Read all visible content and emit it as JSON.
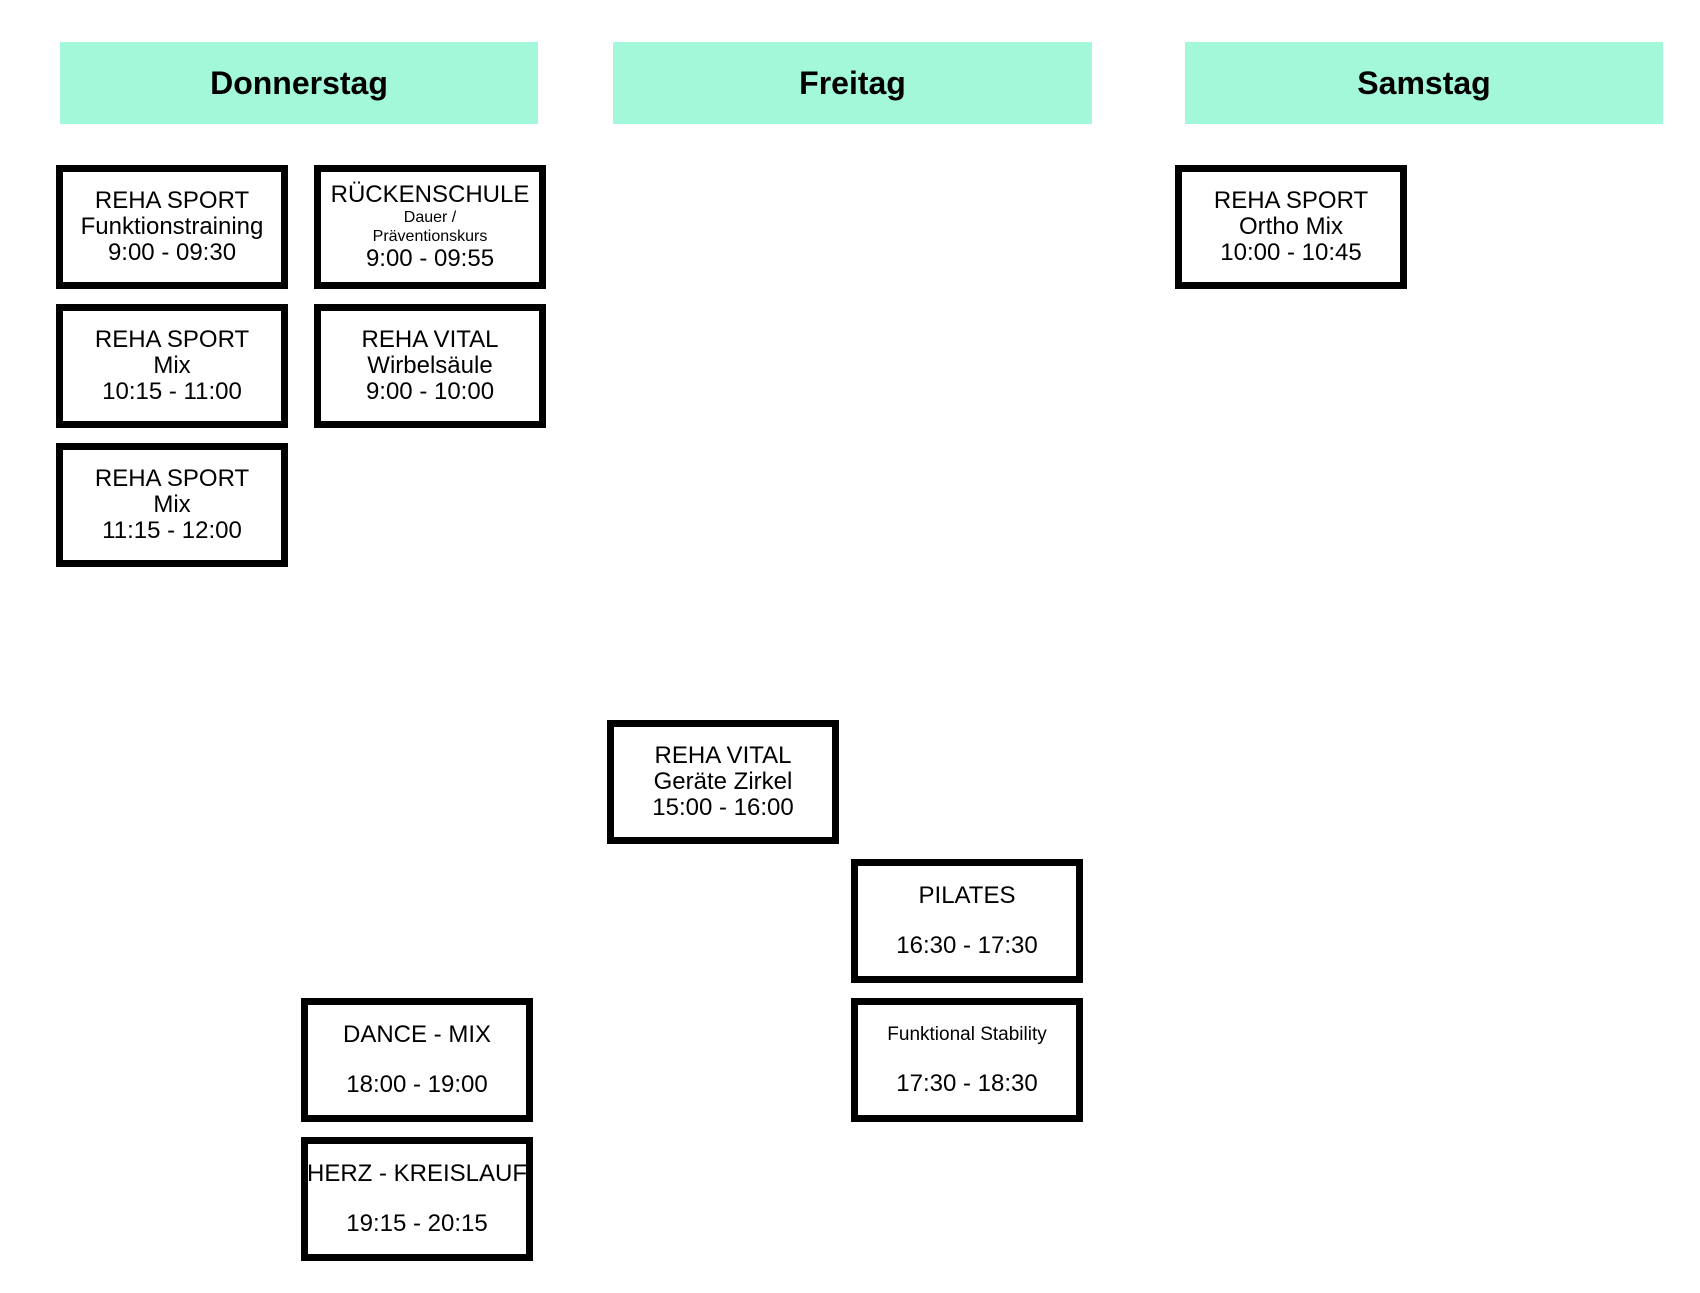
{
  "days": {
    "thursday": "Donnerstag",
    "friday": "Freitag",
    "saturday": "Samstag"
  },
  "courses": {
    "thu_reha_sport_funktion": {
      "title": "REHA SPORT",
      "subtitle": "Funktionstraining",
      "time": "9:00 - 09:30"
    },
    "thu_rueckenschule": {
      "title": "RÜCKENSCHULE",
      "note1": "Dauer /",
      "note2": "Präventionskurs",
      "time": "9:00 - 09:55"
    },
    "thu_reha_sport_mix_1": {
      "title": "REHA SPORT",
      "subtitle": "Mix",
      "time": "10:15 - 11:00"
    },
    "thu_reha_vital_wirbel": {
      "title": "REHA VITAL",
      "subtitle": "Wirbelsäule",
      "time": "9:00 - 10:00"
    },
    "thu_reha_sport_mix_2": {
      "title": "REHA SPORT",
      "subtitle": "Mix",
      "time": "11:15 - 12:00"
    },
    "thu_dance_mix": {
      "title": "DANCE - MIX",
      "time": "18:00 - 19:00"
    },
    "thu_herz_kreislauf": {
      "title": "HERZ - KREISLAUF",
      "time": "19:15 - 20:15"
    },
    "fri_reha_vital_geraete": {
      "title": "REHA VITAL",
      "subtitle": "Geräte Zirkel",
      "time": "15:00 - 16:00"
    },
    "fri_pilates": {
      "title": "PILATES",
      "time": "16:30 - 17:30"
    },
    "fri_funktional": {
      "title": "Funktional Stability",
      "time": "17:30 - 18:30"
    },
    "sat_reha_sport_ortho": {
      "title": "REHA SPORT",
      "subtitle": "Ortho Mix",
      "time": "10:00 - 10:45"
    }
  },
  "colors": {
    "header_background": "#a3f8d9",
    "card_border": "#000000"
  }
}
